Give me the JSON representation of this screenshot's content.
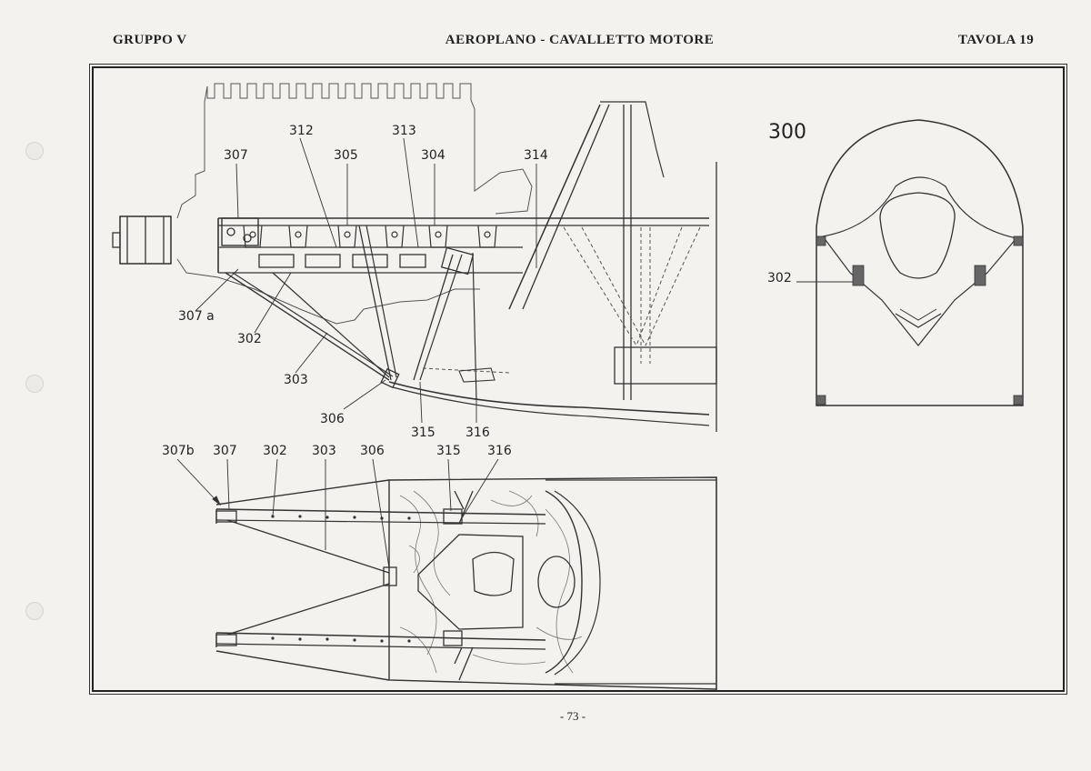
{
  "header": {
    "left": "GRUPPO V",
    "center": "AEROPLANO - CAVALLETTO MOTORE",
    "right": "TAVOLA 19"
  },
  "labels": {
    "side_view": {
      "l312": "312",
      "l313": "313",
      "l307": "307",
      "l305": "305",
      "l304": "304",
      "l314": "314",
      "l307a": "307 a",
      "l302": "302",
      "l303": "303",
      "l306": "306",
      "l315": "315",
      "l316": "316"
    },
    "plan_view": {
      "l307b": "307b",
      "l307": "307",
      "l302": "302",
      "l303": "303",
      "l306": "306",
      "l315": "315",
      "l316": "316"
    },
    "front_view": {
      "l300": "300",
      "l302": "302"
    }
  },
  "footer": {
    "page_number": "- 73 -"
  }
}
